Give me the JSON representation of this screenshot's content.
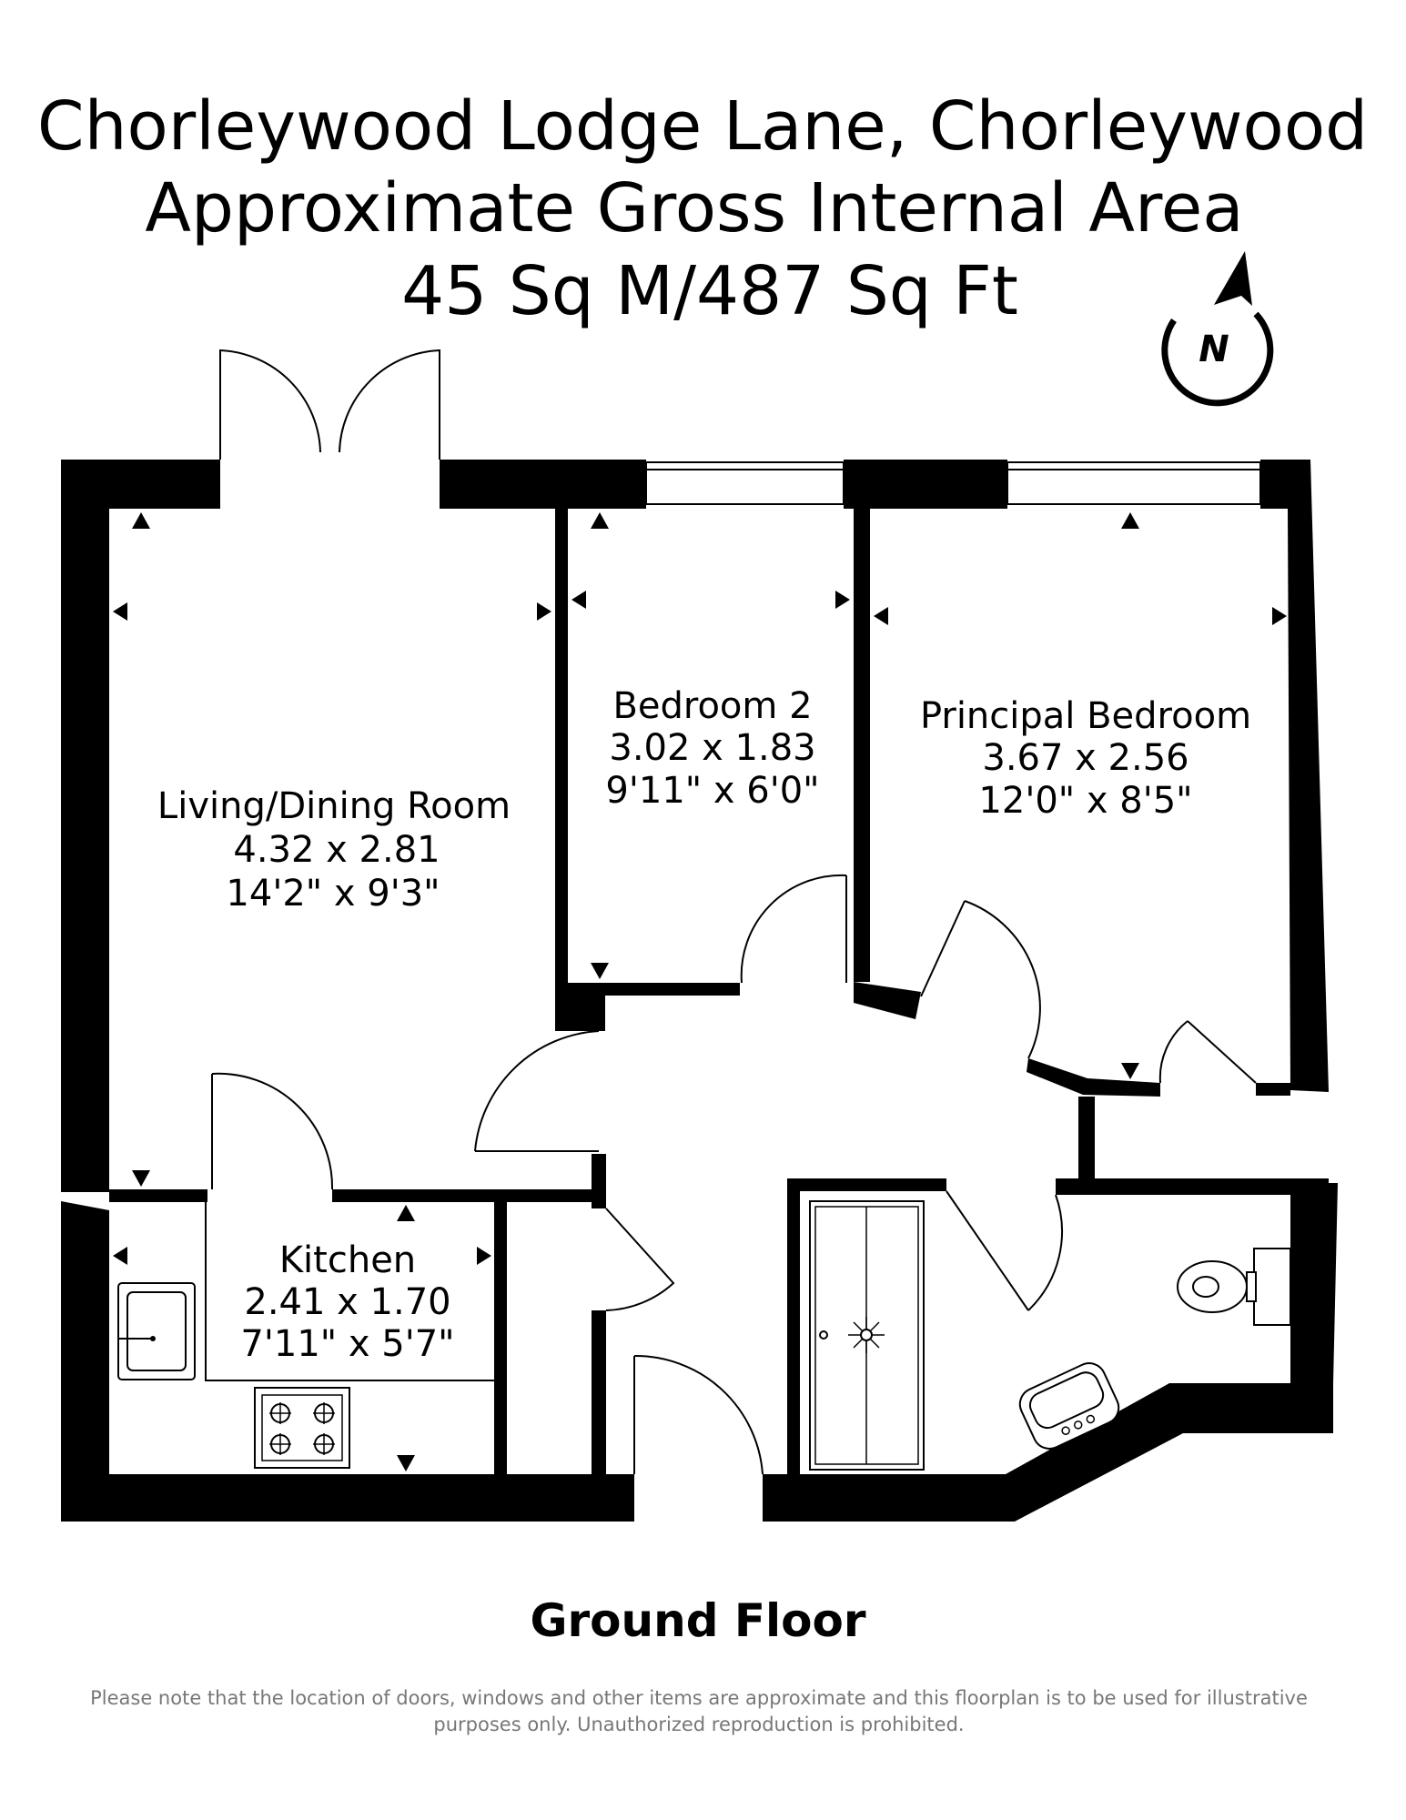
{
  "header": {
    "line1": "Chorleywood Lodge Lane, Chorleywood",
    "line2": "Approximate Gross Internal Area",
    "line3": "45 Sq M/487 Sq Ft"
  },
  "compass": {
    "letter": "N"
  },
  "rooms": [
    {
      "id": "living",
      "name": "Living/Dining Room",
      "metric": "4.32 x 2.81",
      "imperial": "14'2\" x 9'3\""
    },
    {
      "id": "bedroom2",
      "name": "Bedroom 2",
      "metric": "3.02 x 1.83",
      "imperial": "9'11\" x 6'0\""
    },
    {
      "id": "principal",
      "name": "Principal Bedroom",
      "metric": "3.67 x 2.56",
      "imperial": "12'0\" x 8'5\""
    },
    {
      "id": "kitchen",
      "name": "Kitchen",
      "metric": "2.41 x 1.70",
      "imperial": "7'11\" x 5'7\""
    }
  ],
  "floor_label": "Ground Floor",
  "disclaimer": {
    "line1": "Please note that the location of doors, windows and other items are approximate and this floorplan is to be used for illustrative",
    "line2": "purposes only. Unauthorized reproduction is prohibited."
  },
  "colors": {
    "wall": "#000000",
    "background": "#ffffff",
    "disclaimer": "#777777"
  }
}
